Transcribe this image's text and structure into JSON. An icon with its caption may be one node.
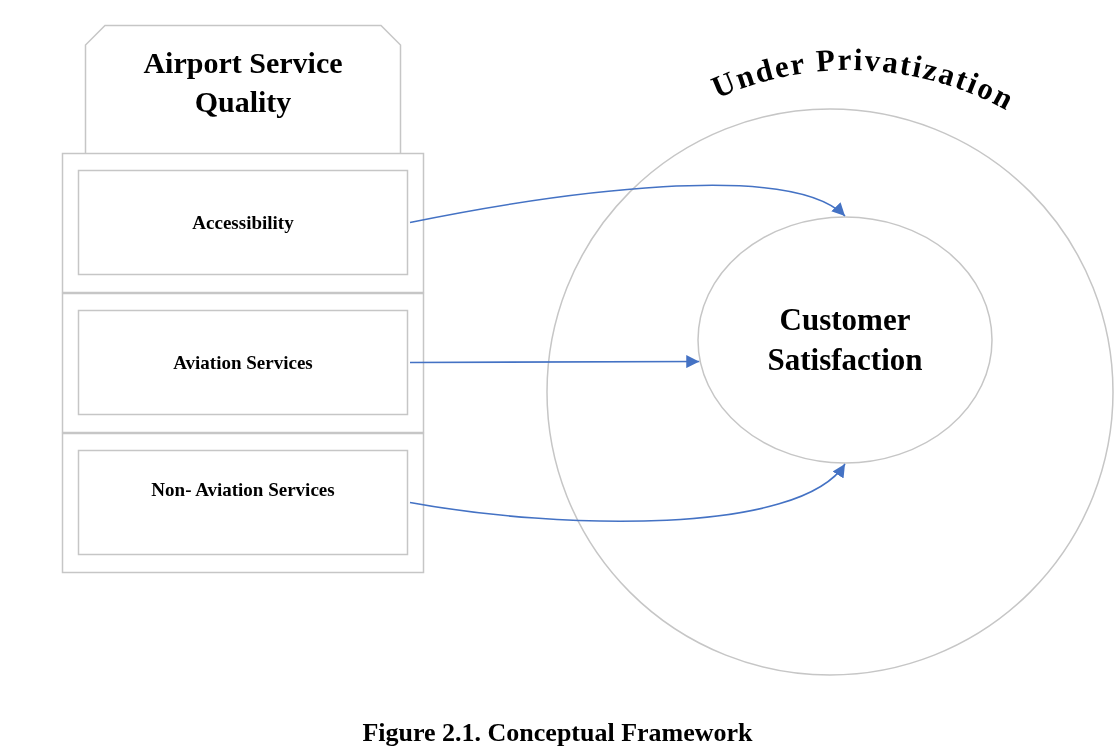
{
  "diagram": {
    "caption": "Figure 2.1. Conceptual Framework",
    "nodes": [
      {
        "text": [
          "Airport Service Quality"
        ]
      },
      {
        "text": [],
        "shape": "box"
      },
      {
        "text": [
          "Accessibility"
        ],
        "in": 1
      },
      {
        "text": [],
        "shape": "box"
      },
      {
        "text": [
          "Aviation Services"
        ],
        "in": 3
      },
      {
        "text": [],
        "shape": "box"
      },
      {
        "text": [
          "Non- Aviation Services"
        ],
        "in": 5
      },
      {
        "text": [
          "Under Privatization"
        ]
      },
      {
        "text": [
          "Customer Satisfaction"
        ],
        "in": 7
      }
    ],
    "edges": [
      {
        "from": 2,
        "to": 8,
        "arrow": "to"
      },
      {
        "from": 4,
        "to": 8,
        "arrow": "to"
      },
      {
        "from": 6,
        "to": 8,
        "arrow": "to"
      }
    ]
  }
}
